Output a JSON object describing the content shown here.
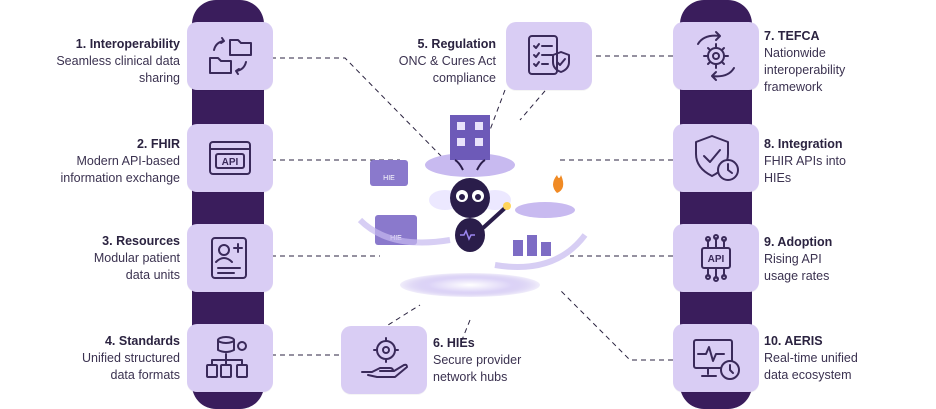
{
  "items": [
    {
      "title": "1. Interoperability",
      "desc": [
        "Seamless clinical data",
        "sharing"
      ],
      "icon": "folder-sync-icon"
    },
    {
      "title": "2. FHIR",
      "desc": [
        "Modern API-based",
        "information exchange"
      ],
      "icon": "api-window-icon",
      "icon_text": "API"
    },
    {
      "title": "3. Resources",
      "desc": [
        "Modular patient",
        "data units"
      ],
      "icon": "patient-record-icon"
    },
    {
      "title": "4. Standards",
      "desc": [
        "Unified structured",
        "data formats"
      ],
      "icon": "database-hierarchy-icon"
    },
    {
      "title": "5. Regulation",
      "desc": [
        "ONC & Cures Act",
        "compliance"
      ],
      "icon": "compliance-checklist-icon"
    },
    {
      "title": "6. HIEs",
      "desc": [
        "Secure provider",
        "network hubs"
      ],
      "icon": "hand-network-icon"
    },
    {
      "title": "7. TEFCA",
      "desc": [
        "Nationwide",
        "interoperability",
        "framework"
      ],
      "icon": "gear-cycle-icon"
    },
    {
      "title": "8. Integration",
      "desc": [
        "FHIR APIs into",
        "HIEs"
      ],
      "icon": "shield-clock-icon"
    },
    {
      "title": "9. Adoption",
      "desc": [
        "Rising API",
        "usage rates"
      ],
      "icon": "api-chip-icon",
      "icon_text": "API"
    },
    {
      "title": "10. AERIS",
      "desc": [
        "Real-time unified",
        "data ecosystem"
      ],
      "icon": "monitor-pulse-icon"
    }
  ],
  "illustration": {
    "hie_label_1": "HIE",
    "hie_label_2": "HIE"
  },
  "colors": {
    "pillar": "#3a1d5c",
    "box": "#d9cdf4",
    "icon_stroke": "#3a2a5a",
    "accent": "#7b5fd0"
  }
}
